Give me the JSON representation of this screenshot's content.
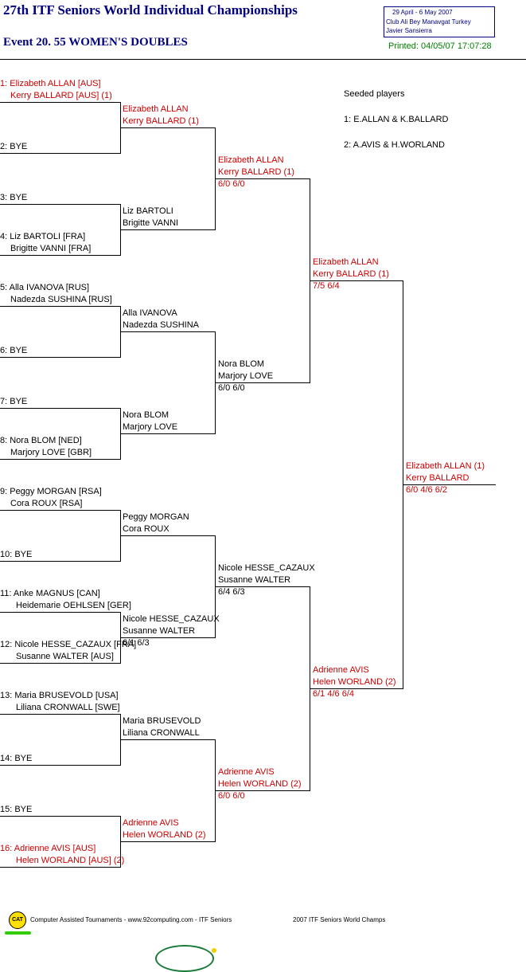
{
  "header": {
    "title": "27th ITF Seniors World Individual Championships",
    "event": "Event 20. 55 WOMEN'S DOUBLES",
    "dates": "29 April - 6 May 2007",
    "venue": "Club Ali Bey Manavgat   Turkey",
    "referee": "Javier Sansierra",
    "printed": "Printed: 04/05/07 17:07:28"
  },
  "seeds": {
    "title": "Seeded players",
    "items": [
      "1: E.ALLAN & K.BALLARD",
      "2: A.AVIS & H.WORLAND"
    ]
  },
  "round1": [
    {
      "l1": "1: Elizabeth ALLAN [AUS]",
      "l2": "Kerry BALLARD [AUS] (1)",
      "red": true
    },
    {
      "l1": "2: BYE",
      "l2": "",
      "red": false
    },
    {
      "l1": "3: BYE",
      "l2": "",
      "red": false
    },
    {
      "l1": "4: Liz BARTOLI [FRA]",
      "l2": "Brigitte VANNI [FRA]",
      "red": false
    },
    {
      "l1": "5: Alla IVANOVA [RUS]",
      "l2": "Nadezda SUSHINA [RUS]",
      "red": false
    },
    {
      "l1": "6: BYE",
      "l2": "",
      "red": false
    },
    {
      "l1": "7: BYE",
      "l2": "",
      "red": false
    },
    {
      "l1": "8: Nora BLOM [NED]",
      "l2": "Marjory LOVE [GBR]",
      "red": false
    },
    {
      "l1": "9: Peggy MORGAN [RSA]",
      "l2": "Cora ROUX [RSA]",
      "red": false
    },
    {
      "l1": "10: BYE",
      "l2": "",
      "red": false
    },
    {
      "l1": "11: Anke MAGNUS [CAN]",
      "l2": "Heidemarie OEHLSEN [GER]",
      "red": false
    },
    {
      "l1": "12: Nicole HESSE_CAZAUX [FRA]",
      "l2": "Susanne WALTER [AUS]",
      "red": false
    },
    {
      "l1": "13: Maria BRUSEVOLD [USA]",
      "l2": "Liliana CRONWALL [SWE]",
      "red": false
    },
    {
      "l1": "14: BYE",
      "l2": "",
      "red": false
    },
    {
      "l1": "15: BYE",
      "l2": "",
      "red": false
    },
    {
      "l1": "16: Adrienne AVIS [AUS]",
      "l2": "Helen WORLAND [AUS] (2)",
      "red": true
    }
  ],
  "round2": [
    {
      "l1": "Elizabeth ALLAN",
      "l2": "Kerry BALLARD (1)",
      "score": "",
      "red": true
    },
    {
      "l1": "Liz BARTOLI",
      "l2": "Brigitte VANNI",
      "score": "",
      "red": false
    },
    {
      "l1": "Alla IVANOVA",
      "l2": "Nadezda SUSHINA",
      "score": "",
      "red": false
    },
    {
      "l1": "Nora BLOM",
      "l2": "Marjory LOVE",
      "score": "",
      "red": false
    },
    {
      "l1": "Peggy MORGAN",
      "l2": "Cora ROUX",
      "score": "",
      "red": false
    },
    {
      "l1": "Nicole HESSE_CAZAUX",
      "l2": "Susanne WALTER",
      "score": "6/1 6/3",
      "red": false
    },
    {
      "l1": "Maria BRUSEVOLD",
      "l2": "Liliana CRONWALL",
      "score": "",
      "red": false
    },
    {
      "l1": "Adrienne AVIS",
      "l2": "Helen WORLAND (2)",
      "score": "",
      "red": true
    }
  ],
  "round3": [
    {
      "l1": "Elizabeth ALLAN",
      "l2": "Kerry BALLARD (1)",
      "score": "6/0 6/0",
      "red": true
    },
    {
      "l1": "Nora BLOM",
      "l2": "Marjory LOVE",
      "score": "6/0 6/0",
      "red": false
    },
    {
      "l1": "Nicole HESSE_CAZAUX",
      "l2": "Susanne WALTER",
      "score": "6/4 6/3",
      "red": false
    },
    {
      "l1": "Adrienne AVIS",
      "l2": "Helen WORLAND (2)",
      "score": "6/0 6/0",
      "red": true
    }
  ],
  "round4": [
    {
      "l1": "Elizabeth ALLAN",
      "l2": "Kerry BALLARD (1)",
      "score": "7/5 6/4",
      "red": true
    },
    {
      "l1": "Adrienne AVIS",
      "l2": "Helen WORLAND (2)",
      "score": "6/1 4/6 6/4",
      "red": true
    }
  ],
  "final": {
    "l1": "Elizabeth ALLAN (1)",
    "l2": "Kerry BALLARD",
    "score": "6/0 4/6 6/2",
    "red": true
  },
  "footer": {
    "cat_logo": "CAT",
    "left": "Computer Assisted Tournaments - www.92computing.com -  ITF Seniors",
    "right": "2007 ITF Seniors World Champs"
  }
}
